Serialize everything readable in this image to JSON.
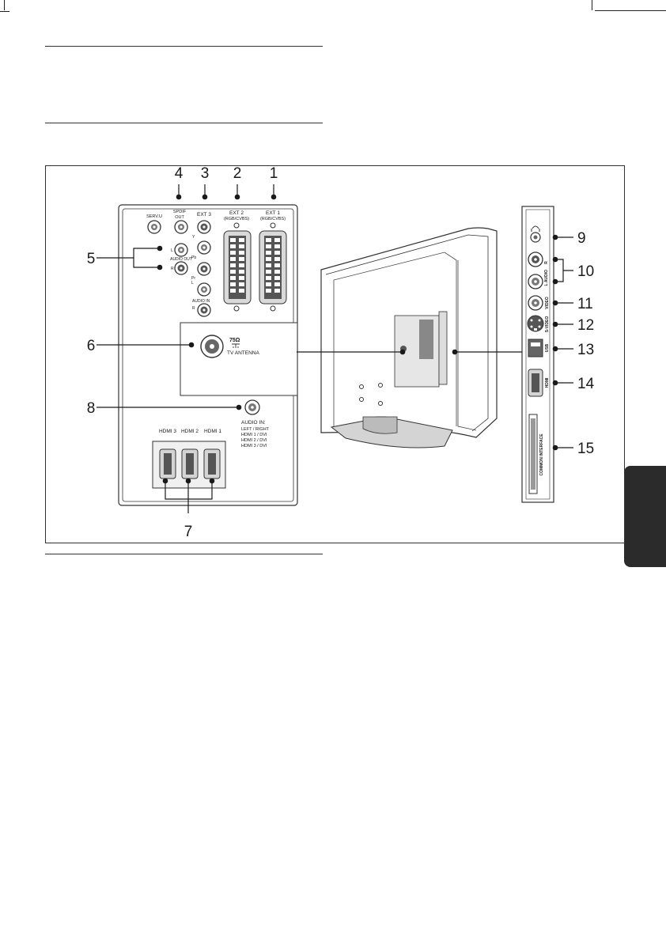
{
  "diagram": {
    "callouts": [
      "1",
      "2",
      "3",
      "4",
      "5",
      "6",
      "7",
      "8",
      "9",
      "10",
      "11",
      "12",
      "13",
      "14",
      "15"
    ],
    "rear_labels": {
      "ext1": "EXT 1",
      "ext1_sub": "(RGB/CVBS)",
      "ext2": "EXT 2",
      "ext2_sub": "(RGB/CVBS)",
      "ext3": "EXT 3",
      "spdif_1": "SPDIF",
      "spdif_2": "OUT",
      "serv_u": "SERV.U",
      "y": "Y",
      "pb": "Pb",
      "pr": "Pr",
      "l1": "L",
      "r1": "R",
      "audio_out": "AUDIO OUT",
      "audio_in": "AUDIO IN",
      "l2": "L",
      "r2": "R",
      "ohm": "75Ω",
      "tv_antenna": "TV ANTENNA",
      "audio_in_big": "AUDIO IN:",
      "audio_in_lines": [
        "LEFT / RIGHT",
        "HDMI 1 / DVI",
        "HDMI 2 / DVI",
        "HDMI 3 / DVI"
      ],
      "hdmi3": "HDMI 3",
      "hdmi2": "HDMI 2",
      "hdmi1": "HDMI 1"
    },
    "side_labels": {
      "audio_r": "R",
      "audio": "AUDIO",
      "audio_l": "L",
      "video": "VIDEO",
      "svideo": "S-VIDEO",
      "usb": "USB",
      "hdmi": "HDMI",
      "common_interface": "COMMON INTERFACE"
    }
  }
}
